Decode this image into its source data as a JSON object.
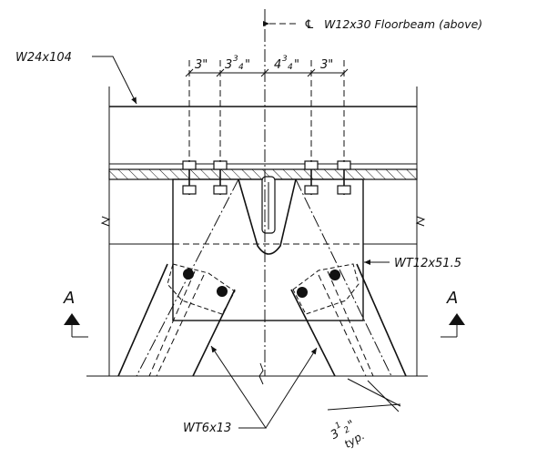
{
  "labels": {
    "centerline_symbol": "℄",
    "floorbeam": "W12x30 Floorbeam (above)",
    "girder": "W24x104",
    "gusset_tee": "WT12x51.5",
    "brace": "WT6x13",
    "section_left": "A",
    "section_right": "A"
  },
  "dimensions": {
    "d1": "3\"",
    "d2_whole": "3",
    "d2_frac": "3",
    "d2_den": "4",
    "d3_whole": "4",
    "d3_frac": "3",
    "d3_den": "4",
    "d4": "3\"",
    "gage_whole": "3",
    "gage_frac": "1",
    "gage_den": "2",
    "gage_note": "typ."
  },
  "colors": {
    "ink": "#111111",
    "paper": "#ffffff"
  }
}
